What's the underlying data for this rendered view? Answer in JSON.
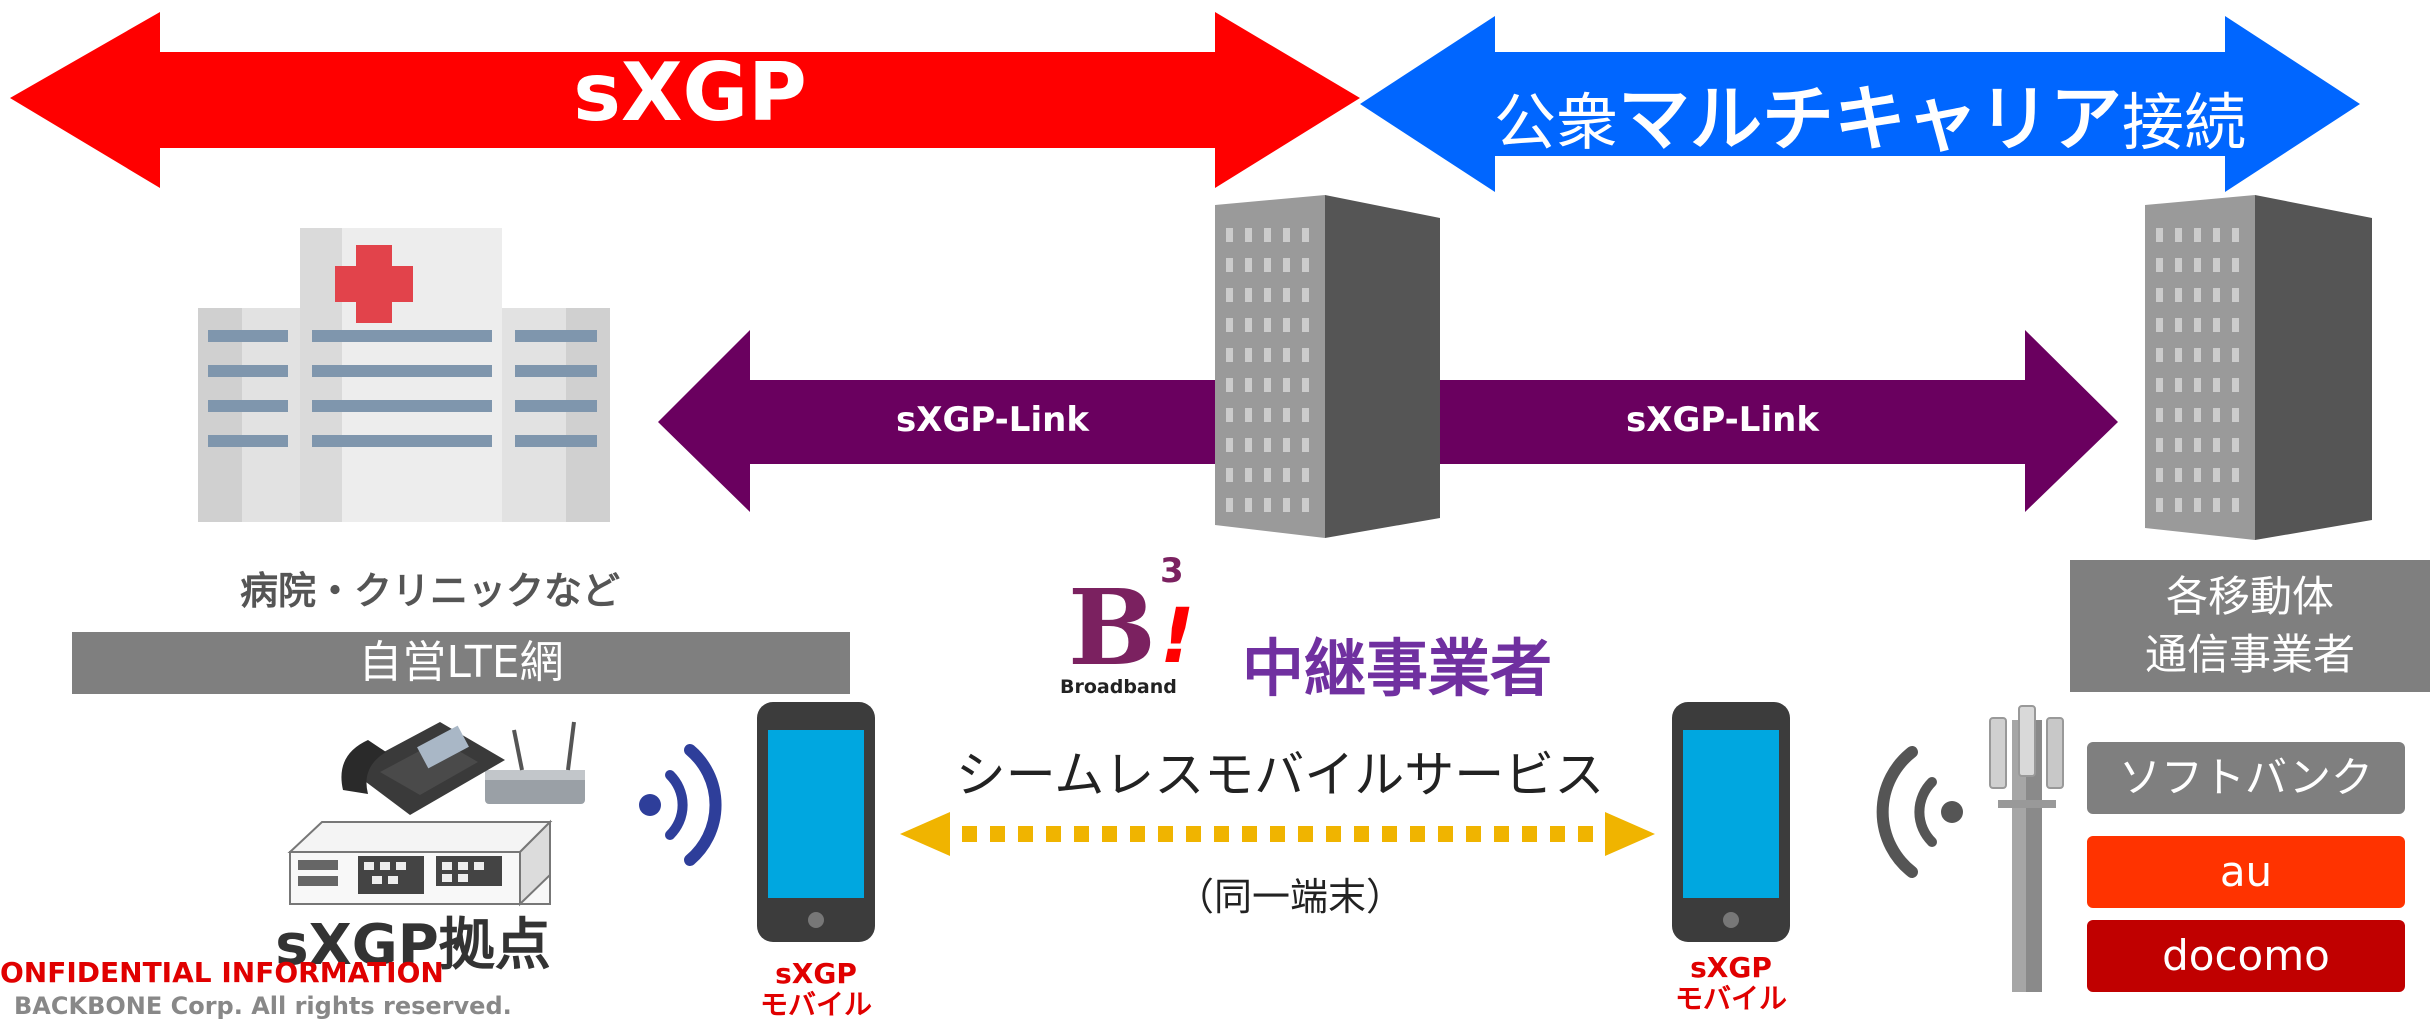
{
  "banners": {
    "sxgp": "sXGP",
    "public_prefix": "公衆",
    "public_bold": "マルチキャリア",
    "public_suffix": "接続"
  },
  "links": {
    "left_label": "sXGP-Link",
    "right_label": "sXGP-Link"
  },
  "hospital": {
    "caption": "病院・クリニックなど",
    "network_label": "自営LTE網"
  },
  "relay": {
    "logo_letter": "B",
    "logo_superscript": "3",
    "logo_mark": "!",
    "logo_word": "Broadband",
    "label": "中継事業者"
  },
  "carriers": {
    "header_line1": "各移動体",
    "header_line2": "通信事業者",
    "items": [
      {
        "name": "ソフトバンク",
        "color": "#7f7f7f"
      },
      {
        "name": "au",
        "color": "#ff3300"
      },
      {
        "name": "docomo",
        "color": "#c00000"
      }
    ]
  },
  "service": {
    "title": "シームレスモバイルサービス",
    "subtitle": "（同一端末）"
  },
  "base": {
    "label": "sXGP拠点"
  },
  "mobile_labels": {
    "left_line1": "sXGP",
    "left_line2": "モバイル",
    "right_line1": "sXGP",
    "right_line2": "モバイル"
  },
  "footer": {
    "confidential": "ONFIDENTIAL INFORMATION",
    "copyright": "BACKBONE Corp. All rights reserved."
  },
  "colors": {
    "sxgp_red": "#ff0000",
    "public_blue": "#0066ff",
    "link_purple": "#6a005f",
    "relay_purple": "#7030a0",
    "dotted_arrow": "#f0b400",
    "label_red": "#e00000"
  }
}
